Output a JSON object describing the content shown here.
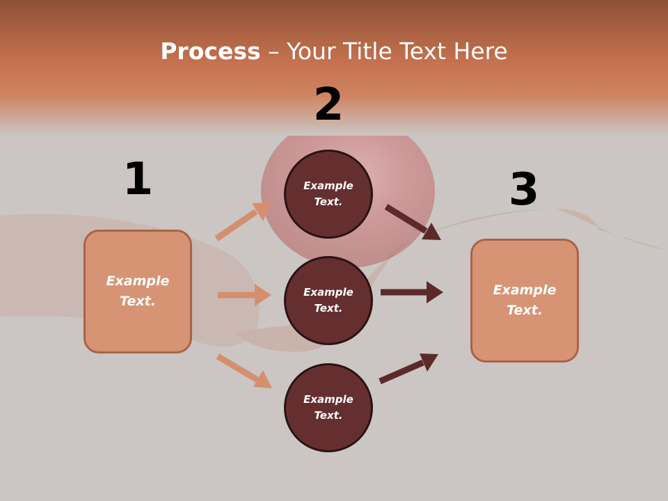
{
  "slide": {
    "title_bold": "Process",
    "title_rest": " – Your Title Text Here"
  },
  "steps": [
    {
      "number": "1",
      "label": "Example Text."
    },
    {
      "number": "2",
      "label": "Example Text."
    },
    {
      "number": "3",
      "label": "Example Text."
    }
  ],
  "middle_circles": [
    {
      "label": "Example Text."
    },
    {
      "label": "Example Text."
    },
    {
      "label": "Example Text."
    }
  ],
  "colors": {
    "header_band": "#c97b57",
    "box_fill": "#d69474",
    "box_border": "#a8634a",
    "circle_fill": "#652f30",
    "light_arrow": "#d4906e",
    "dark_arrow": "#5c2a2a"
  }
}
